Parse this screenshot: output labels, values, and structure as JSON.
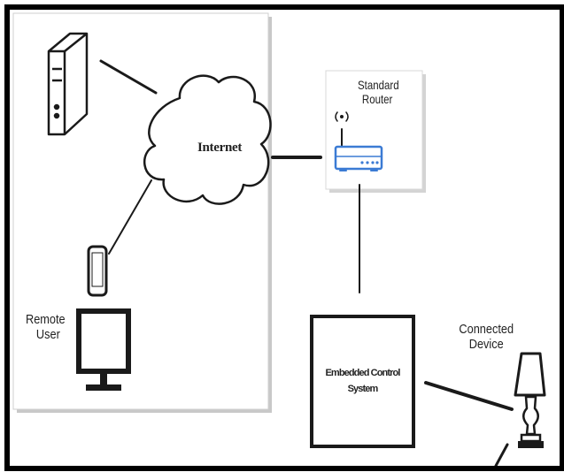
{
  "labels": {
    "internet": "Internet",
    "router_line1": "Standard",
    "router_line2": "Router",
    "remote_line1": "Remote",
    "remote_line2": "User",
    "device_line1": "Connected",
    "device_line2": "Device",
    "ecs_line1": "Embedded Control",
    "ecs_line2": "System"
  },
  "colors": {
    "frame": "#000000",
    "panel": "#ffffff",
    "panel_shadow": "#c8c8c8",
    "line": "#1a1a1a"
  },
  "icons": [
    "server-icon",
    "cloud-icon",
    "router-icon",
    "smartphone-icon",
    "monitor-icon",
    "lamp-icon"
  ]
}
